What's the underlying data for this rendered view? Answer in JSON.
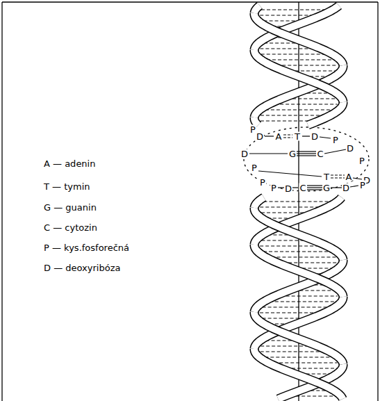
{
  "diagram": {
    "labels": [
      "A — adenin",
      "T — tymin",
      "G — guanin",
      "C — cytozin",
      "P — kys.fosforečná",
      "D — deoxyribóza",
      "P",
      "D",
      "A",
      "T",
      "D",
      "P",
      "D",
      "G",
      "C",
      "D",
      "P",
      "P",
      "T",
      "A",
      "D",
      "P",
      "P",
      "D",
      "C",
      "G",
      "D",
      "P"
    ]
  }
}
